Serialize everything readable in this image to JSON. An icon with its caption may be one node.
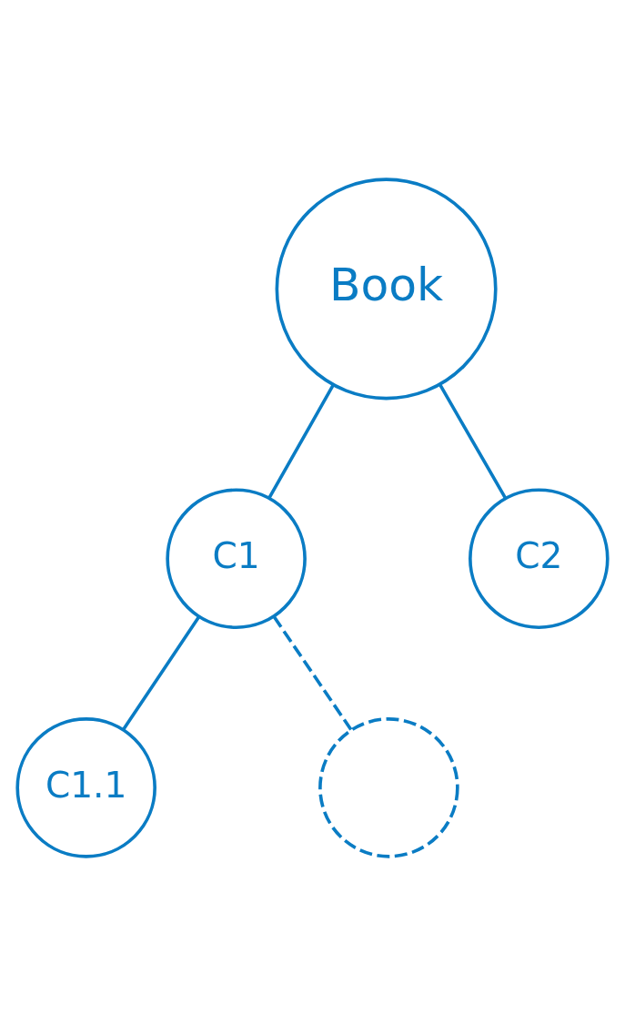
{
  "diagram": {
    "nodes": [
      {
        "text": [
          "Book"
        ]
      },
      {
        "text": [
          "C1"
        ]
      },
      {
        "text": [
          "C2"
        ]
      },
      {
        "text": [
          "C1.1"
        ]
      },
      {
        "text": [],
        "shape": "circle"
      }
    ],
    "edges": [
      {
        "from": 0,
        "to": 1,
        "arrow": "none"
      },
      {
        "from": 0,
        "to": 2,
        "arrow": "none"
      },
      {
        "from": 1,
        "to": 3,
        "arrow": "none"
      },
      {
        "from": 1,
        "to": 4,
        "arrow": "none",
        "style": "dashed"
      }
    ]
  }
}
